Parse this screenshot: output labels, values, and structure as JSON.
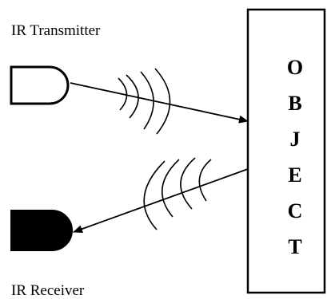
{
  "labels": {
    "transmitter": "IR Transmitter",
    "receiver": "IR Receiver"
  },
  "object_letters": [
    "O",
    "B",
    "J",
    "E",
    "C",
    "T"
  ],
  "colors": {
    "stroke": "#000000",
    "receiver_fill": "#000000",
    "transmitter_fill": "#ffffff",
    "background": "#ffffff"
  }
}
